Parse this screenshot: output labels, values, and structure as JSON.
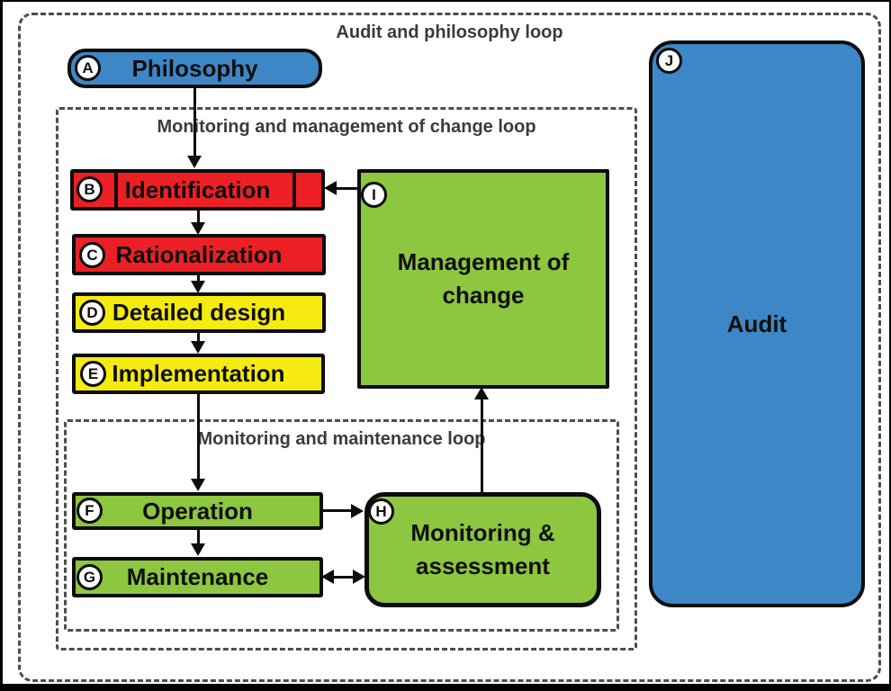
{
  "diagram": {
    "loops": {
      "outer": "Audit and philosophy loop",
      "management": "Monitoring and management of change loop",
      "maintenance": "Monitoring and maintenance loop"
    },
    "nodes": {
      "philosophy": {
        "letter": "A",
        "label": "Philosophy"
      },
      "identification": {
        "letter": "B",
        "label": "Identification"
      },
      "rationalization": {
        "letter": "C",
        "label": "Rationalization"
      },
      "detailed_design": {
        "letter": "D",
        "label": "Detailed design"
      },
      "implementation": {
        "letter": "E",
        "label": "Implementation"
      },
      "operation": {
        "letter": "F",
        "label": "Operation"
      },
      "maintenance": {
        "letter": "G",
        "label": "Maintenance"
      },
      "monitoring_assessment": {
        "letter": "H",
        "label": "Monitoring & assessment"
      },
      "management_of_change": {
        "letter": "I",
        "label": "Management of change"
      },
      "audit": {
        "letter": "J",
        "label": "Audit"
      }
    },
    "colors": {
      "blue": "#3e87c6",
      "red": "#ec2024",
      "yellow": "#f5eb10",
      "green": "#8dc63f",
      "dash": "#4d4d4d"
    }
  }
}
